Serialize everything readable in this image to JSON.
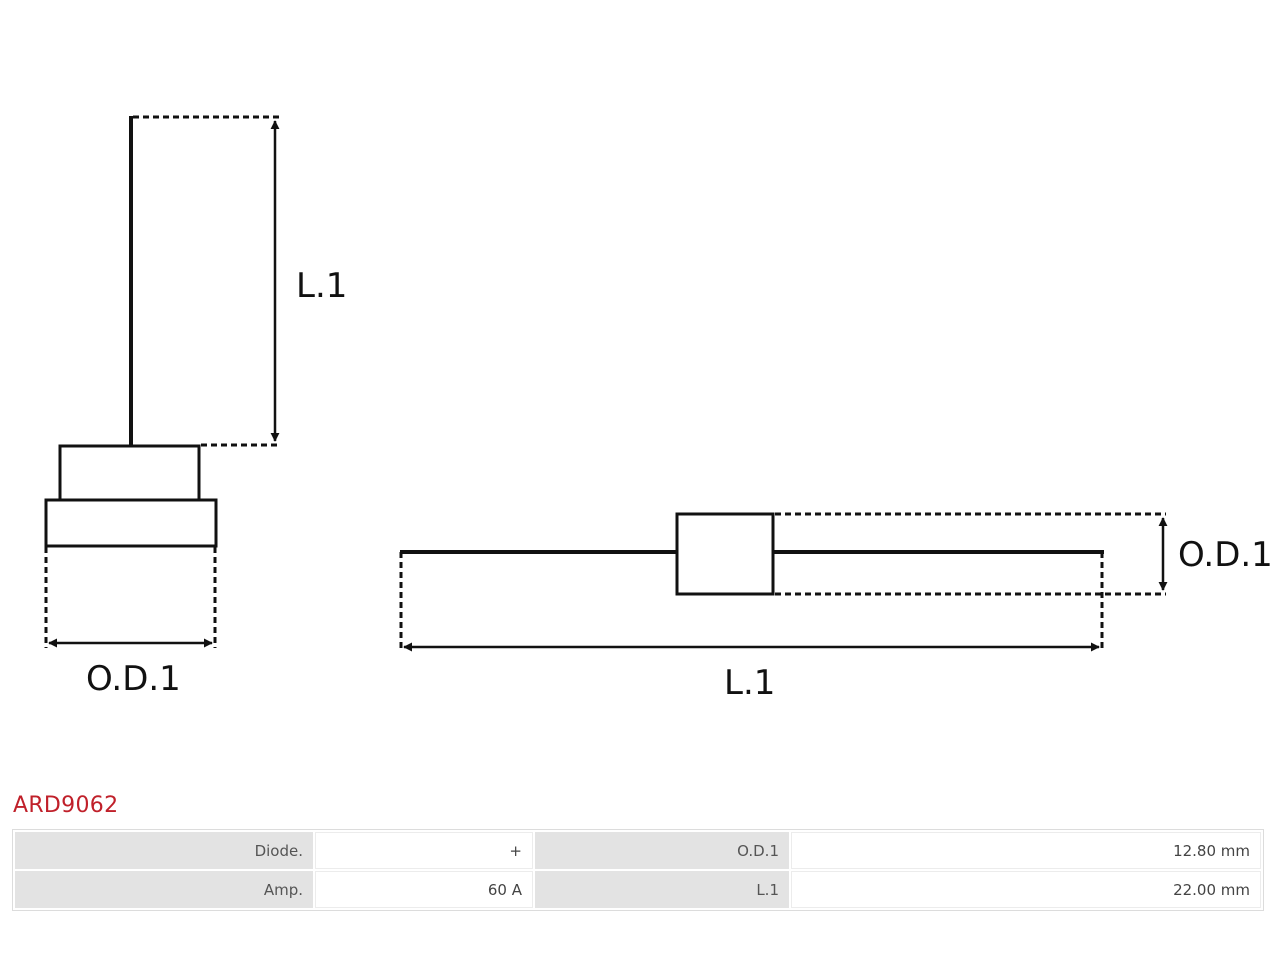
{
  "diagram": {
    "left_view": {
      "length_label": "L.1",
      "diameter_label": "O.D.1"
    },
    "right_view": {
      "length_label": "L.1",
      "diameter_label": "O.D.1"
    }
  },
  "part_number": "ARD9062",
  "spec_table": {
    "rows": [
      {
        "label1": "Diode.",
        "value1": "+",
        "label2": "O.D.1",
        "value2": "12.80 mm"
      },
      {
        "label1": "Amp.",
        "value1": "60 A",
        "label2": "L.1",
        "value2": "22.00 mm"
      }
    ]
  },
  "colors": {
    "part_number": "#c0202a",
    "label_cell": "#e3e3e3",
    "line": "#111111"
  }
}
